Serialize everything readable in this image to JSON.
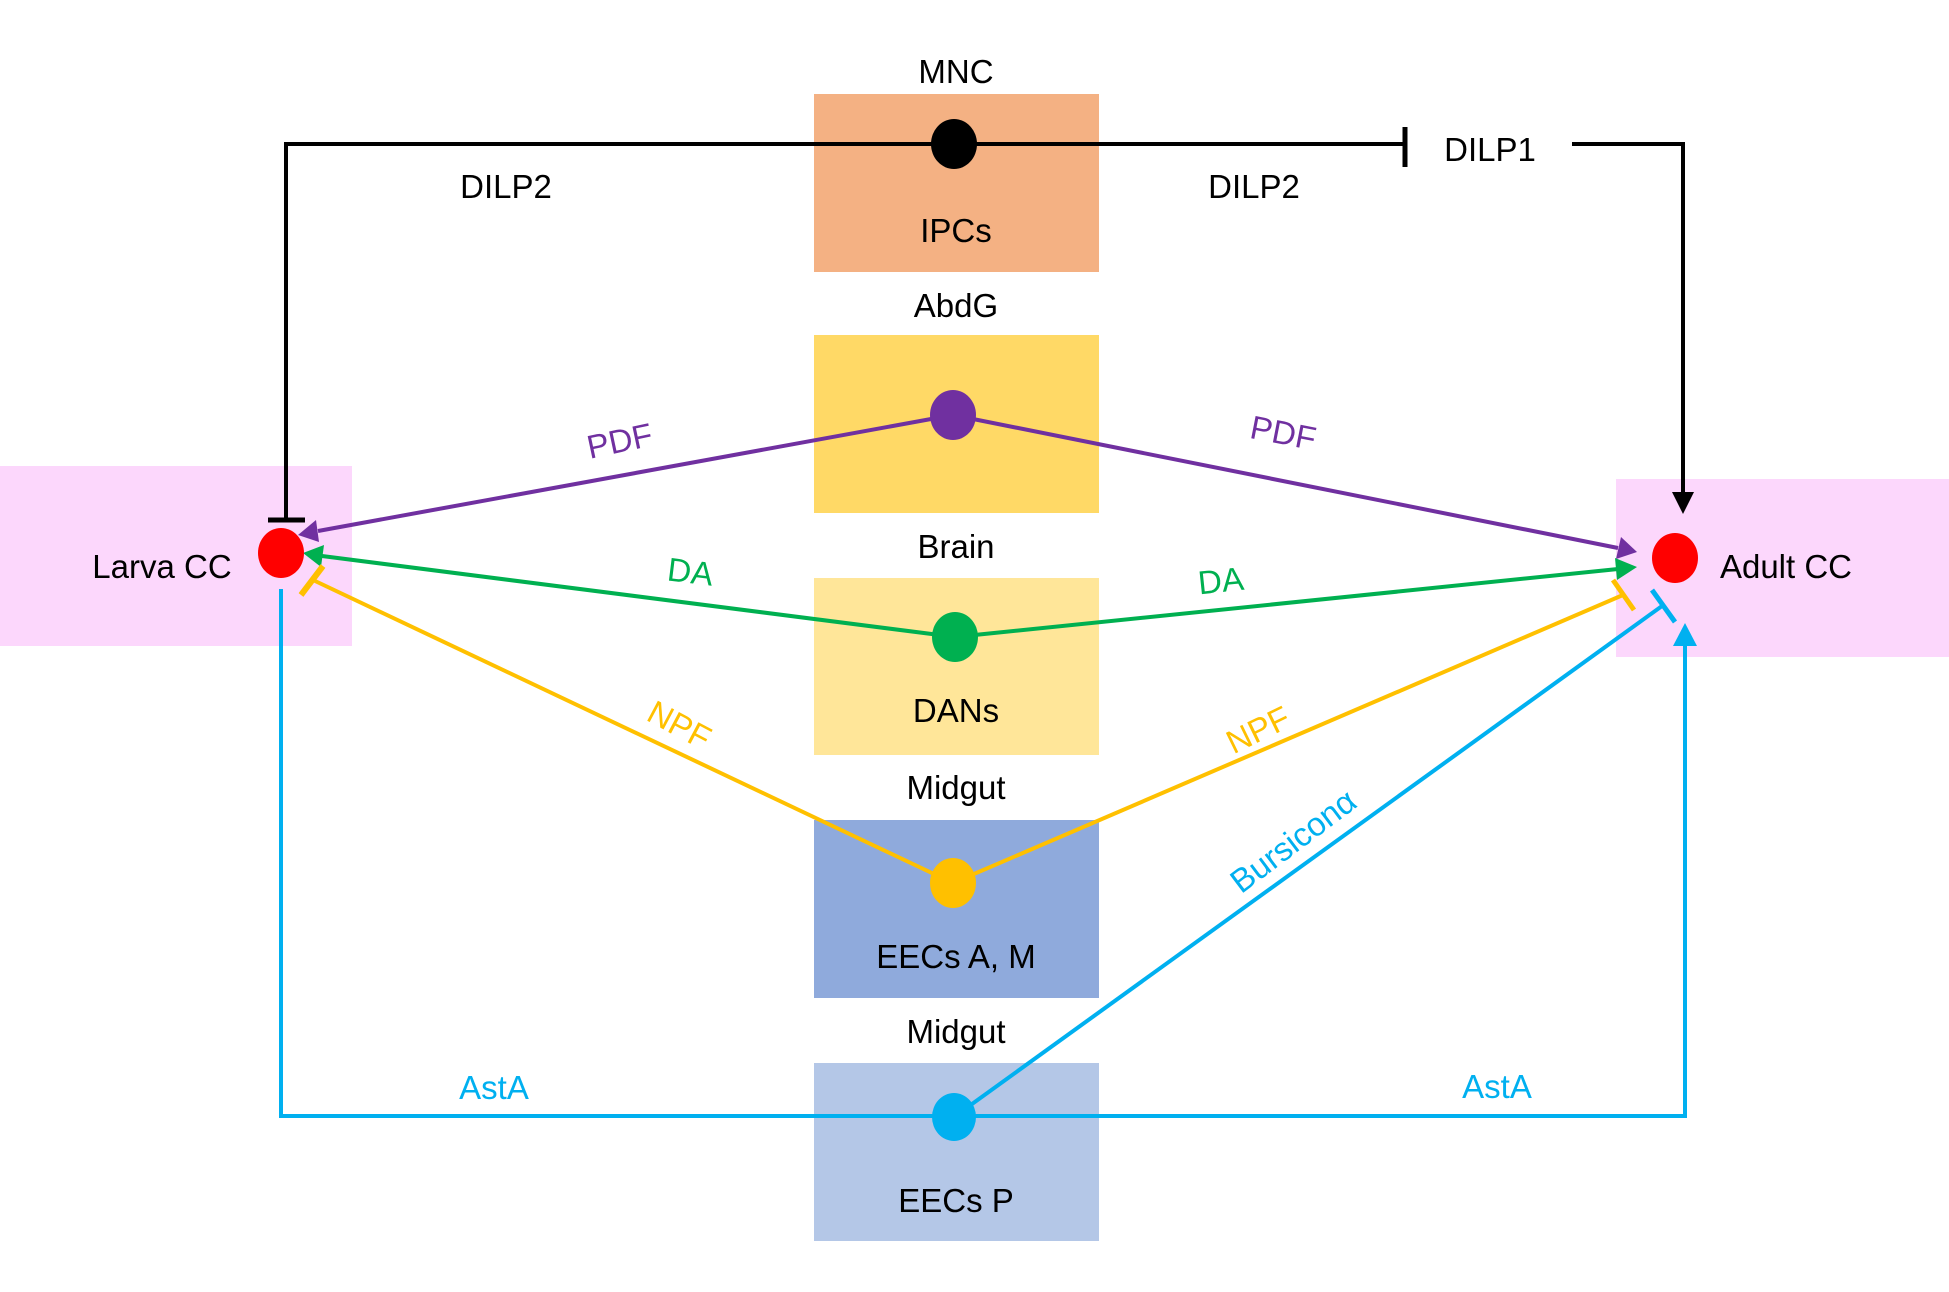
{
  "colors": {
    "black": "#000000",
    "pdf": "#7030a0",
    "da": "#00b050",
    "npf": "#ffc000",
    "asta": "#00b0f0",
    "cc_node": "#ff0000",
    "cc_box": "#fcd7fc",
    "ipcs_box": "#f4b183",
    "abdg_box": "#ffd966",
    "dans_box": "#ffe699",
    "eecs_am_box": "#8faadc",
    "eecs_p_box": "#b4c7e7"
  },
  "targets": {
    "larva": {
      "label": "Larva CC"
    },
    "adult": {
      "label": "Adult CC"
    }
  },
  "sources": [
    {
      "id": "ipcs",
      "tissue": "MNC",
      "cell": "IPCs"
    },
    {
      "id": "abdg",
      "tissue": "AbdG",
      "cell": ""
    },
    {
      "id": "dans",
      "tissue": "Brain",
      "cell": "DANs"
    },
    {
      "id": "eecs_am",
      "tissue": "Midgut",
      "cell": "EECs A, M"
    },
    {
      "id": "eecs_p",
      "tissue": "Midgut",
      "cell": "EECs P"
    }
  ],
  "signals": {
    "dilp2_left": "DILP2",
    "dilp2_right": "DILP2",
    "dilp1": "DILP1",
    "pdf_left": "PDF",
    "pdf_right": "PDF",
    "da_left": "DA",
    "da_right": "DA",
    "npf_left": "NPF",
    "npf_right": "NPF",
    "bursicon": "Bursiconα",
    "asta_left": "AstA",
    "asta_right": "AstA"
  },
  "edges": [
    {
      "from": "IPCs",
      "to": "Larva CC",
      "signal": "DILP2",
      "type": "inhibit"
    },
    {
      "from": "IPCs",
      "to": "DILP1",
      "signal": "DILP2",
      "type": "inhibit"
    },
    {
      "from": "DILP1",
      "to": "Adult CC",
      "signal": "DILP1",
      "type": "activate"
    },
    {
      "from": "AbdG",
      "to": "Larva CC",
      "signal": "PDF",
      "type": "activate"
    },
    {
      "from": "AbdG",
      "to": "Adult CC",
      "signal": "PDF",
      "type": "activate"
    },
    {
      "from": "DANs",
      "to": "Larva CC",
      "signal": "DA",
      "type": "activate"
    },
    {
      "from": "DANs",
      "to": "Adult CC",
      "signal": "DA",
      "type": "activate"
    },
    {
      "from": "EECs A, M",
      "to": "Larva CC",
      "signal": "NPF",
      "type": "inhibit"
    },
    {
      "from": "EECs A, M",
      "to": "Adult CC",
      "signal": "NPF",
      "type": "inhibit"
    },
    {
      "from": "EECs P",
      "to": "Adult CC",
      "signal": "Bursiconα",
      "type": "inhibit"
    },
    {
      "from": "EECs P",
      "to": "Larva CC",
      "signal": "AstA",
      "type": "none"
    },
    {
      "from": "EECs P",
      "to": "Adult CC",
      "signal": "AstA",
      "type": "activate"
    }
  ]
}
